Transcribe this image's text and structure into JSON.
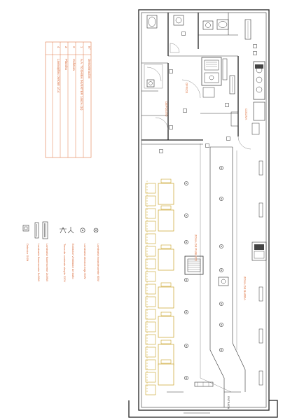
{
  "table": {
    "header": "N°",
    "title": "Denominación",
    "rows": [
      {
        "num": "1",
        "name": "A.A. TOSHIBA INVERTER 1462A (1r)"
      },
      {
        "num": "2",
        "name": "Cafetera"
      },
      {
        "num": "3",
        "name": "Plancha"
      },
      {
        "num": "4",
        "name": "Lavavajillas DW050 L/14"
      }
    ]
  },
  "legend": {
    "items": [
      {
        "symbol": "dot-circle-icon",
        "label": "Luminaria incandescente 60W"
      },
      {
        "symbol": "ring-icon",
        "label": "Luminaria dicroica baja 50W"
      },
      {
        "symbol": "fan-icon",
        "label": "Extractor Ventilador de baño"
      },
      {
        "symbol": "socket-icon",
        "label": "Toma de corriente simple 220V"
      },
      {
        "symbol": "tube-double-icon",
        "label": "Luminaria fluorescente 2x36W"
      },
      {
        "symbol": "tube-single-icon",
        "label": "Luminaria fluorescente 1x36W"
      },
      {
        "symbol": "square-box-icon",
        "label": "Detector OSM"
      }
    ]
  },
  "rooms": {
    "kitchen": "COCINA",
    "storage": "DEPOSITO",
    "zone_public": "ZONA DE PUBLICO",
    "zone_bar": "ZONA DE BARRA",
    "entrance": "ENTRADA",
    "office": "OFFICE"
  },
  "colors": {
    "annotation": "#e07a4a",
    "seating": "#c9a227",
    "walls": "#222222"
  }
}
